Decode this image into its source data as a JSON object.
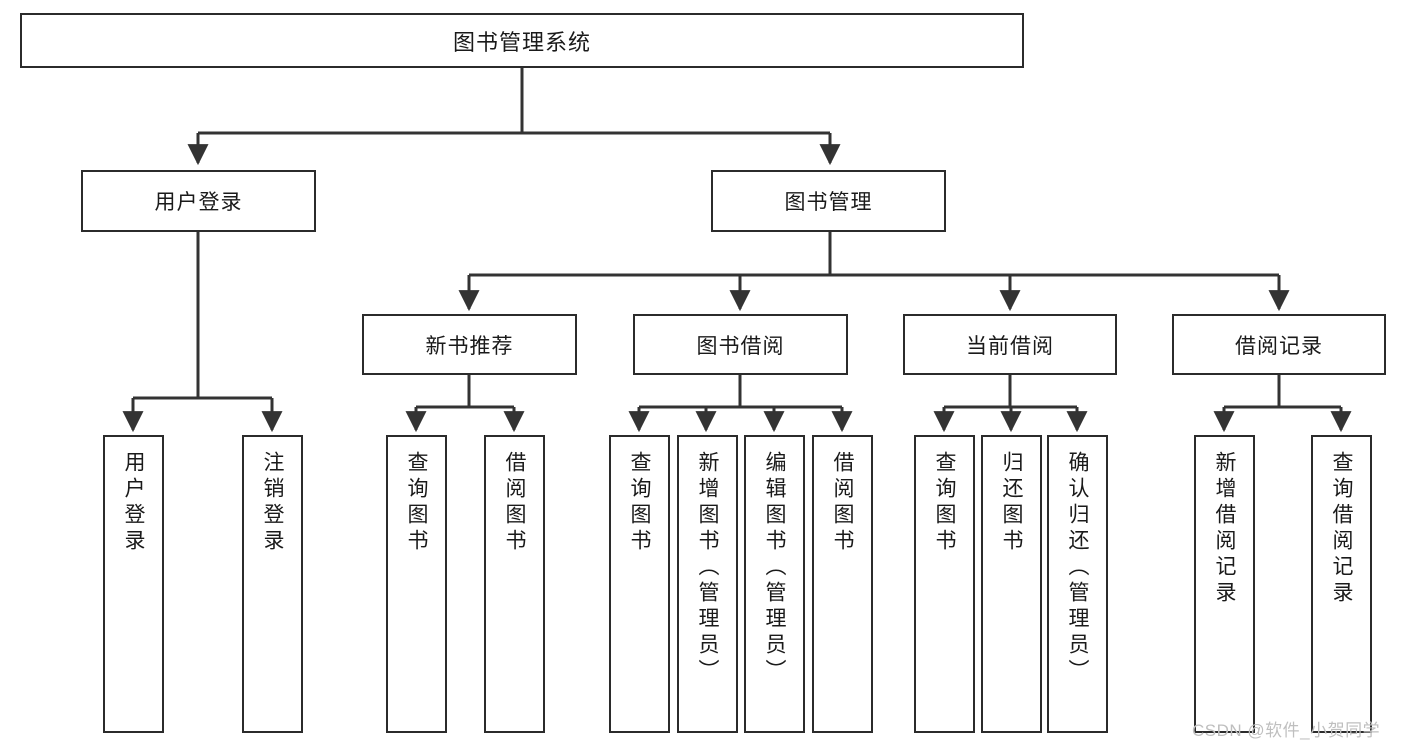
{
  "diagram": {
    "title": "图书管理系统",
    "type": "tree-hierarchy-diagram",
    "colors": {
      "box_border": "#2b2b2b",
      "box_fill": "#ffffff",
      "connector": "#333333",
      "text": "#1a1a1a",
      "watermark": "#bfbfbf"
    },
    "root": {
      "label": "图书管理系统"
    },
    "level2": [
      {
        "label": "用户登录"
      },
      {
        "label": "图书管理"
      }
    ],
    "level3": [
      {
        "label": "新书推荐"
      },
      {
        "label": "图书借阅"
      },
      {
        "label": "当前借阅"
      },
      {
        "label": "借阅记录"
      }
    ],
    "leaves": {
      "user_login": [
        {
          "label": "用户登录"
        },
        {
          "label": "注销登录"
        }
      ],
      "new_book_recommend": [
        {
          "label": "查询图书"
        },
        {
          "label": "借阅图书"
        }
      ],
      "book_borrow": [
        {
          "label": "查询图书"
        },
        {
          "label": "新增图书（管理员）"
        },
        {
          "label": "编辑图书（管理员）"
        },
        {
          "label": "借阅图书"
        }
      ],
      "current_borrow": [
        {
          "label": "查询图书"
        },
        {
          "label": "归还图书"
        },
        {
          "label": "确认归还（管理员）"
        }
      ],
      "borrow_record": [
        {
          "label": "新增借阅记录"
        },
        {
          "label": "查询借阅记录"
        }
      ]
    }
  },
  "watermark": {
    "text": "CSDN @软件_小贺同学"
  }
}
